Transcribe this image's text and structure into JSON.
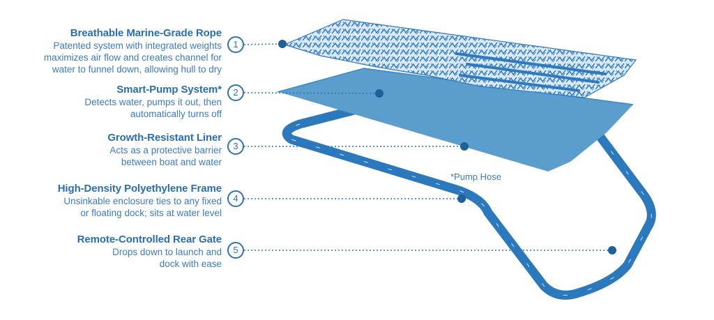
{
  "items": [
    {
      "num": "1",
      "title": "Breathable Marine-Grade Rope",
      "lines": [
        "Patented system with integrated weights",
        "maximizes air flow and creates channel for",
        "water to funnel down, allowing hull to dry"
      ]
    },
    {
      "num": "2",
      "title": "Smart-Pump System*",
      "lines": [
        "Detects water, pumps it out, then",
        "automatically turns off"
      ]
    },
    {
      "num": "3",
      "title": "Growth-Resistant Liner",
      "lines": [
        "Acts as a protective barrier",
        "between boat and water"
      ]
    },
    {
      "num": "4",
      "title": "High-Density Polyethylene Frame",
      "lines": [
        "Unsinkable enclosure ties to any fixed",
        "or floating dock; sits at water level"
      ]
    },
    {
      "num": "5",
      "title": "Remote-Controlled Rear Gate",
      "lines": [
        "Drops down to launch and",
        "dock with ease"
      ]
    }
  ],
  "hose_label": "*Pump Hose",
  "colors": {
    "frame": "#2b78bd",
    "liner": "#5b9dcc",
    "rope": "#2e79bf",
    "text": "#2a6fab"
  }
}
